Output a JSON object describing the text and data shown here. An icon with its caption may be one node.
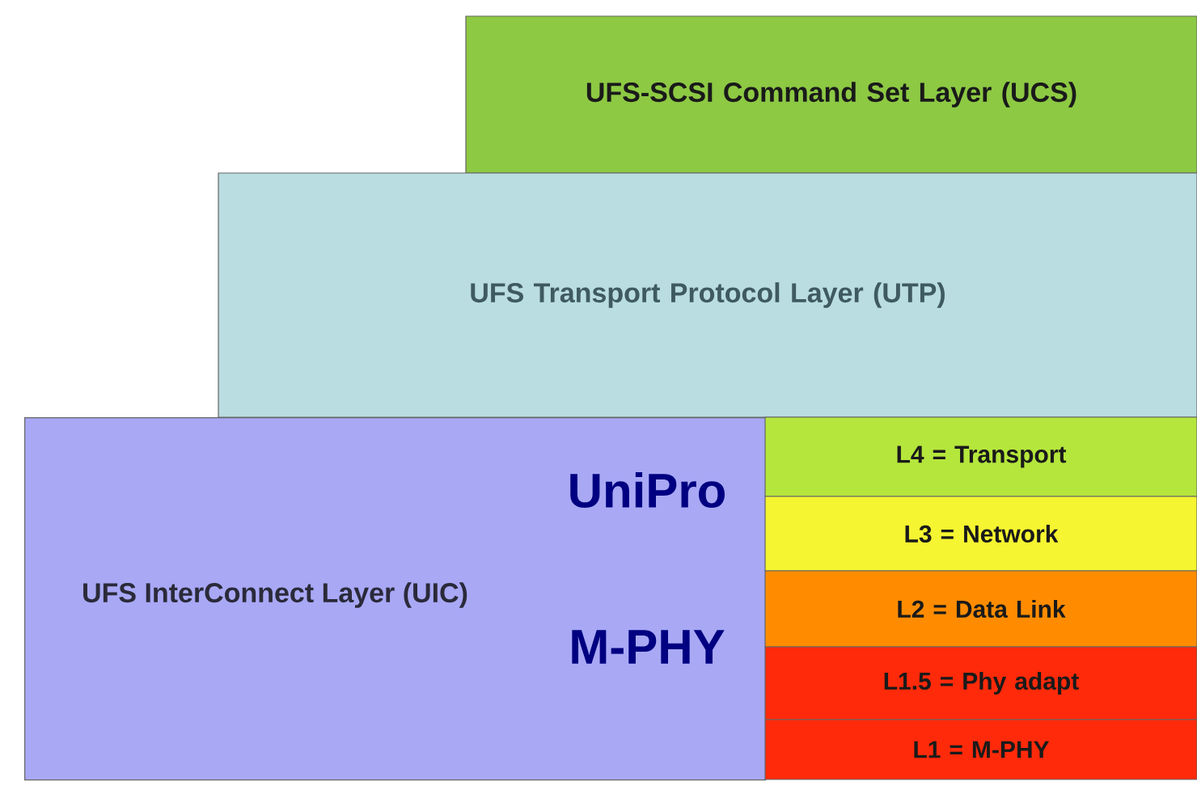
{
  "diagram": {
    "nodes": [
      {
        "text": [
          "UFS-SCSI Command Set Layer (UCS)"
        ]
      },
      {
        "text": [
          "UFS Transport Protocol Layer (UTP)"
        ]
      },
      {
        "text": [
          "UFS InterConnect Layer (UIC)",
          "UniPro",
          "M-PHY"
        ]
      },
      {
        "text": [
          "L4 = Transport"
        ]
      },
      {
        "text": [
          "L3 = Network"
        ]
      },
      {
        "text": [
          "L2 = Data Link"
        ]
      },
      {
        "text": [
          "L1.5 = Phy adapt"
        ]
      },
      {
        "text": [
          "L1 = M-PHY"
        ]
      }
    ]
  }
}
